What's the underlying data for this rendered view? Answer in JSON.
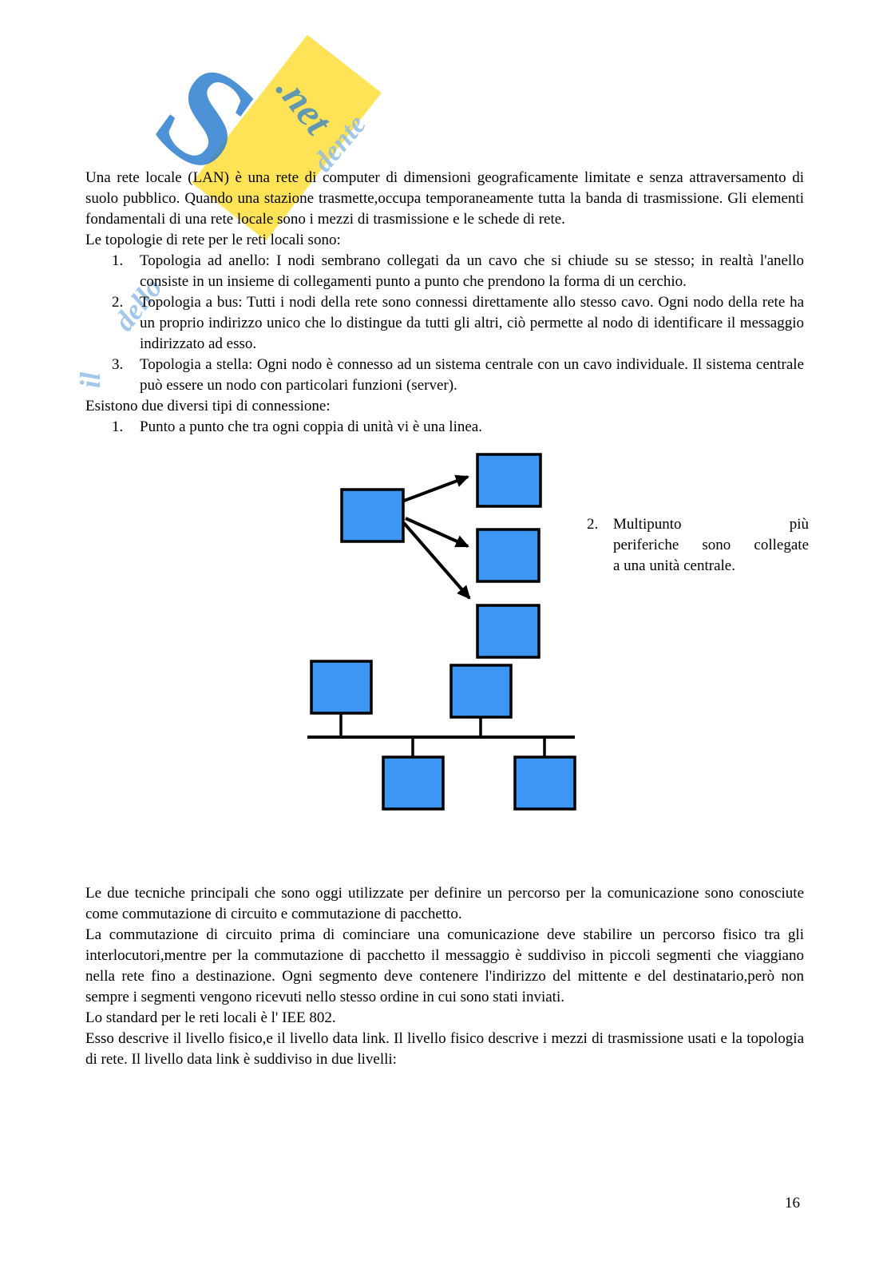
{
  "page": {
    "number": "16",
    "background": "#ffffff"
  },
  "watermark": {
    "letter_s": "S",
    "net_text": ".net",
    "fragment_top": "dente",
    "fragment_mid": "dello",
    "fragment_left": "il",
    "yellow": "#FFE14D",
    "blue": "#2E7ECF",
    "light_blue": "#8CB9E6"
  },
  "content": {
    "para1": "Una rete locale (LAN) è una rete di computer di dimensioni geograficamente limitate e senza attraversamento di suolo pubblico. Quando una stazione trasmette,occupa temporaneamente tutta la banda di trasmissione. Gli elementi fondamentali di una rete locale sono i mezzi di trasmissione e le schede di rete.",
    "topologies_lead": "Le topologie di rete per le reti locali sono:",
    "topologies": [
      {
        "num": "1.",
        "text": "Topologia ad anello: I nodi sembrano collegati da un cavo che si chiude su se stesso; in realtà l'anello consiste in un insieme di collegamenti punto a punto che prendono la forma di un cerchio."
      },
      {
        "num": "2.",
        "text": "Topologia a bus: Tutti i nodi della rete sono connessi direttamente allo stesso cavo. Ogni nodo della rete ha un proprio indirizzo unico che lo distingue da tutti gli altri, ciò permette al nodo di identificare il messaggio indirizzato ad esso."
      },
      {
        "num": "3.",
        "text": "Topologia a stella: Ogni nodo è connesso ad un sistema centrale con un cavo individuale. Il sistema centrale può essere un nodo con particolari funzioni (server)."
      }
    ],
    "connections_lead": "Esistono due diversi tipi di connessione:",
    "connection1": {
      "num": "1.",
      "text": "Punto a punto che tra ogni coppia di unità vi è una linea."
    },
    "connection2": {
      "num": "2.",
      "lines": [
        "Multipunto più",
        "periferiche sono collegate",
        "a una unità centrale."
      ]
    },
    "para2": "Le due tecniche principali che sono oggi utilizzate per definire un percorso per la comunicazione sono conosciute come commutazione di circuito e commutazione di pacchetto.",
    "para3": "La commutazione di circuito prima di cominciare una comunicazione deve stabilire un percorso fisico tra gli interlocutori,mentre per la commutazione di pacchetto il messaggio è suddiviso in piccoli segmenti che viaggiano nella rete fino a destinazione. Ogni segmento deve contenere l'indirizzo del mittente e del destinatario,però non sempre i segmenti vengono ricevuti nello stesso ordine in cui sono stati inviati.",
    "para4": "Lo standard per le reti locali è l' IEE 802.",
    "para5": "Esso descrive il livello fisico,e il livello data link. Il livello fisico descrive i mezzi di trasmissione usati e la topologia di rete. Il livello data link è suddiviso in due livelli:"
  },
  "diagram": {
    "node_fill": "#3D96F3",
    "node_stroke": "#000000",
    "line_color": "#000000"
  }
}
